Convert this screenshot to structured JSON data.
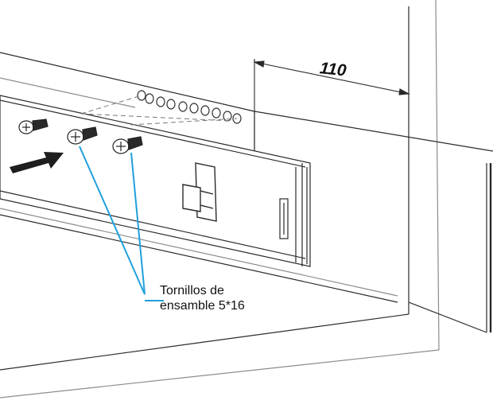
{
  "dimension": {
    "value": "110"
  },
  "callout": {
    "line1": "Tornillos de",
    "line2": "ensamble 5*16"
  },
  "colors": {
    "drawing_line": "#2a2a2a",
    "light_line": "#8c8c8c",
    "leader": "#1fa0dc",
    "arrow": "#1e1e1e"
  },
  "icons": {
    "arrow": "insertion-arrow-icon",
    "screw": "screw-icon"
  }
}
